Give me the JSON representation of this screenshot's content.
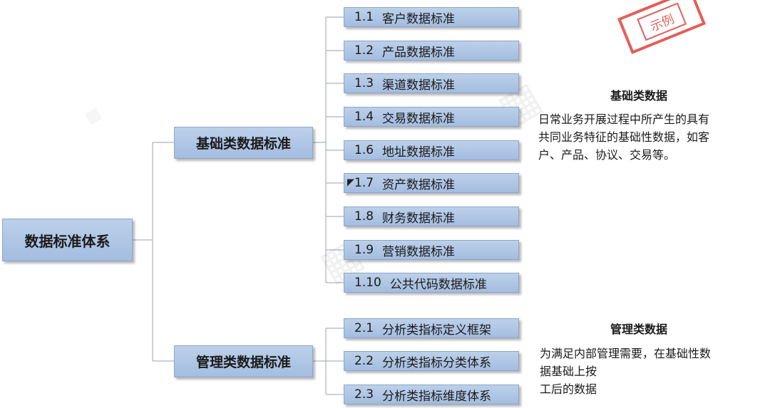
{
  "root": {
    "label": "数据标准体系"
  },
  "branches": [
    {
      "label": "基础类数据标准",
      "items": [
        {
          "num": "1.1",
          "text": "客户数据标准"
        },
        {
          "num": "1.2",
          "text": "产品数据标准"
        },
        {
          "num": "1.3",
          "text": "渠道数据标准"
        },
        {
          "num": "1.4",
          "text": "交易数据标准"
        },
        {
          "num": "1.6",
          "text": "地址数据标准"
        },
        {
          "num": "1.7",
          "text": "资产数据标准"
        },
        {
          "num": "1.8",
          "text": "财务数据标准"
        },
        {
          "num": "1.9",
          "text": "营销数据标准"
        },
        {
          "num": "1.10",
          "text": "公共代码数据标准"
        }
      ]
    },
    {
      "label": "管理类数据标准",
      "items": [
        {
          "num": "2.1",
          "text": "分析类指标定义框架"
        },
        {
          "num": "2.2",
          "text": "分析类指标分类体系"
        },
        {
          "num": "2.3",
          "text": "分析类指标维度体系"
        }
      ]
    }
  ],
  "captions": {
    "basic": {
      "title": "基础类数据",
      "lines": [
        "日常业务开展过程中所产生的具有",
        "共同业务特征的基础性数据，如客",
        "户、产品、协议、交易等。"
      ]
    },
    "management": {
      "title": "管理类数据",
      "lines": [
        "为满足内部管理需要，在基础性数",
        "据基础上按",
        "工后的数据"
      ]
    }
  },
  "stamp": {
    "text": "示例"
  },
  "colors": {
    "box_fill": "#a9c1e2",
    "box_border": "#8aa6cf",
    "connector": "#9aa3ad",
    "stamp": "#e0524c"
  }
}
